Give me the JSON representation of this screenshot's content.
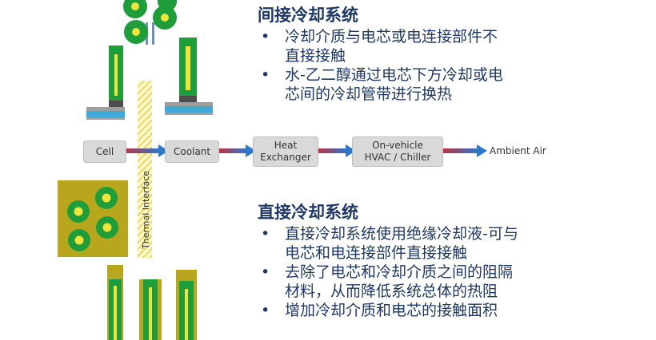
{
  "indirect": {
    "title": "间接冷却系统",
    "bullets": [
      {
        "line1": "冷却介质与电芯或电连接部件不",
        "line2": "直接接触"
      },
      {
        "line1": "水-乙二醇通过电芯下方冷却或电",
        "line2": "芯间的冷却管带进行换热"
      }
    ]
  },
  "direct": {
    "title": "直接冷却系统",
    "bullets": [
      {
        "line1": "直接冷却系统使用绝缘冷却液-可与",
        "line2": "电芯和电连接部件直接接触"
      },
      {
        "line1": "去除了电芯和冷却介质之间的阻隔",
        "line2": "材料，从而降低系统总体的热阻"
      },
      {
        "line1": "增加冷却介质和电芯的接触面积",
        "line2": ""
      }
    ]
  },
  "bullet_glyph": "•",
  "flow": {
    "cell": "Cell",
    "coolant": "Coolant",
    "heat_exchanger_1": "Heat",
    "heat_exchanger_2": "Exchanger",
    "hvac_1": "On-vehicle",
    "hvac_2": "HVAC / Chiller",
    "ambient": "Ambient Air"
  },
  "thermal_interface": "Thermal Interface",
  "colors": {
    "heading": "#1f3864",
    "cell_green": "#1e9e3a",
    "cell_core": "#f2e33a",
    "olive": "#b8a71c",
    "cooling_plate": "#3fa9d8",
    "arrow_red": "#c0303a",
    "arrow_blue": "#2e78c8"
  }
}
